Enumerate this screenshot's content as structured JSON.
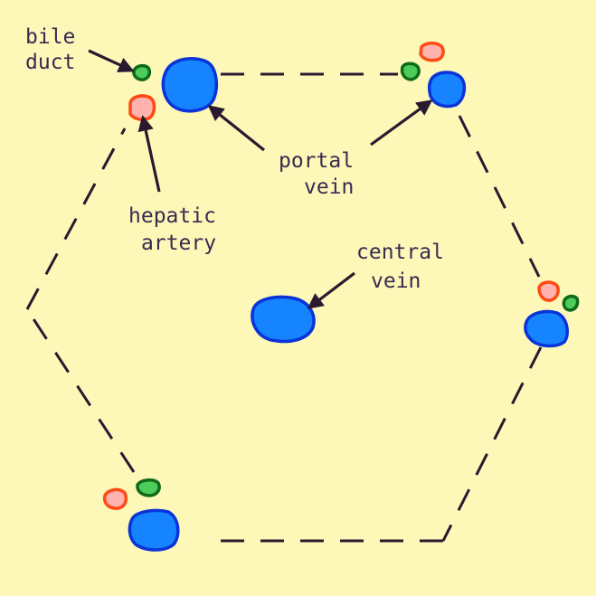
{
  "labels": {
    "bile_line1": "bile",
    "bile_line2": "duct",
    "portal_line1": "portal",
    "portal_line2": "vein",
    "hepatic_line1": "hepatic",
    "hepatic_line2": "artery",
    "central_line1": "central",
    "central_line2": "vein"
  },
  "colors": {
    "background": "#fdf8b8",
    "vein_fill": "#1784ff",
    "vein_stroke": "#0a34d8",
    "artery_fill": "#ffb2ae",
    "artery_stroke": "#ff4a14",
    "duct_fill": "#4dcc5a",
    "duct_stroke": "#0f6a1a",
    "line": "#2a1a30",
    "text": "#3a2a50"
  }
}
